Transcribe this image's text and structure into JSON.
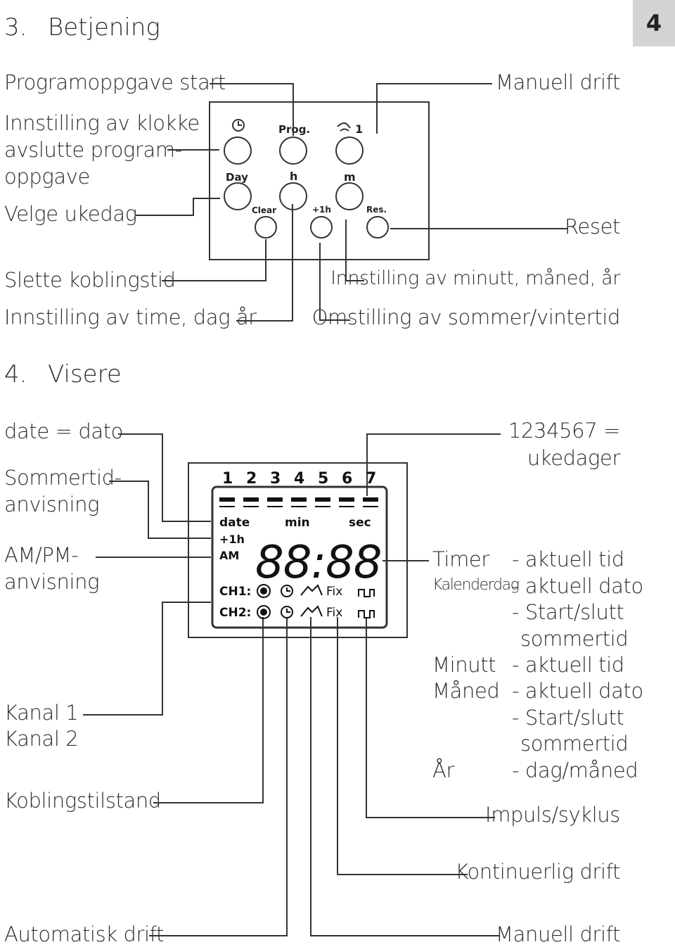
{
  "section3": {
    "number": "3.",
    "title": "Betjening",
    "page_badge": "4",
    "labels_left": {
      "prog_start": "Programoppgave start",
      "clock_line1": "Innstilling av klokke",
      "clock_line2": "avslutte program-",
      "clock_line3": "oppgave",
      "weekday": "Velge ukedag",
      "delete": "Slette koblingstid",
      "hour": "Innstilling av time, dag år"
    },
    "labels_right": {
      "manual": "Manuell drift",
      "reset": "Reset",
      "minute": "Innstilling av minutt, måned, år",
      "dst": "Omstilling av sommer/vintertid"
    },
    "keypad": {
      "prog": "Prog.",
      "manual": "1",
      "day": "Day",
      "h": "h",
      "m": "m",
      "clear": "Clear",
      "plus1h": "+1h",
      "res": "Res."
    }
  },
  "section4": {
    "number": "4.",
    "title": "Visere",
    "labels_left": {
      "date": "date = dato",
      "summer_line1": "Sommertid-",
      "summer_line2": "anvisning",
      "ampm_line1": "AM/PM-",
      "ampm_line2": "anvisning",
      "ch1": "Kanal 1",
      "ch2": "Kanal 2",
      "switch_state": "Koblingstilstand",
      "auto": "Automatisk drift"
    },
    "labels_right": {
      "weekdays_line1": "1234567 =",
      "weekdays_line2": "ukedager",
      "impulse": "Impuls/syklus",
      "continuous": "Kontinuerlig drift",
      "manual": "Manuell drift"
    },
    "legend": [
      {
        "term": "Timer",
        "desc": "- aktuell tid"
      },
      {
        "term": "Kalenderdag",
        "desc": "- aktuell dato"
      },
      {
        "term": "",
        "desc": "- Start/slutt"
      },
      {
        "term": "",
        "desc": "sommertid"
      },
      {
        "term": "Minutt",
        "desc": "- aktuell tid"
      },
      {
        "term": "Måned",
        "desc": "- aktuell dato"
      },
      {
        "term": "",
        "desc": "- Start/slutt"
      },
      {
        "term": "",
        "desc": "sommertid"
      },
      {
        "term": "År",
        "desc": "- dag/måned"
      }
    ],
    "lcd": {
      "days": [
        "1",
        "2",
        "3",
        "4",
        "5",
        "6",
        "7"
      ],
      "date": "date",
      "min": "min",
      "sec": "sec",
      "plus1h": "+1h",
      "am": "AM",
      "digits": "88:88",
      "ch1": "CH1:",
      "ch2": "CH2:",
      "fix": "Fix"
    }
  }
}
